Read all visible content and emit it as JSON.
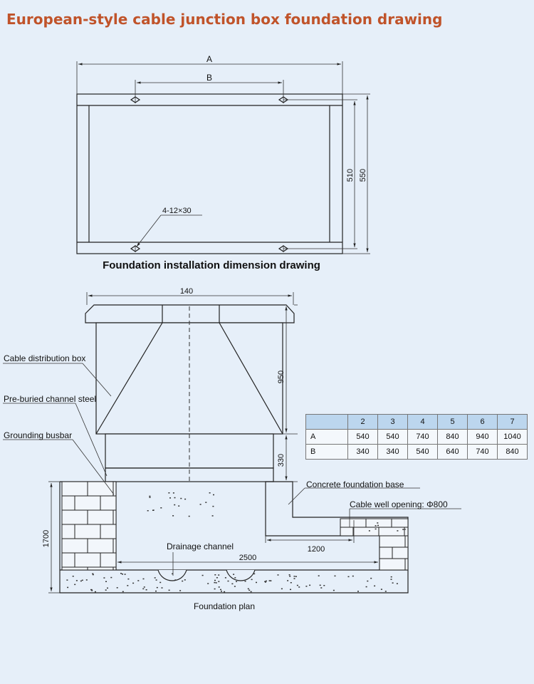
{
  "title": "European-style cable junction box foundation drawing",
  "top_drawing": {
    "dim_a": "A",
    "dim_b": "B",
    "dim_510": "510",
    "dim_550": "550",
    "hole_spec": "4-12×30",
    "caption": "Foundation installation dimension drawing"
  },
  "section_drawing": {
    "dim_140": "140",
    "dim_950": "950",
    "dim_330": "330",
    "dim_1700": "1700",
    "dim_1200": "1200",
    "dim_2500": "2500",
    "label_cable_box": "Cable distribution box",
    "label_channel_steel": "Pre-buried channel steel",
    "label_grounding": "Grounding busbar",
    "label_concrete": "Concrete foundation base",
    "label_cable_well": "Cable well opening: Φ800",
    "label_drainage": "Drainage channel",
    "caption": "Foundation plan"
  },
  "table": {
    "headers": [
      "",
      "2",
      "3",
      "4",
      "5",
      "6",
      "7"
    ],
    "rows": [
      [
        "A",
        "540",
        "540",
        "740",
        "840",
        "940",
        "1040"
      ],
      [
        "B",
        "340",
        "340",
        "540",
        "640",
        "740",
        "840"
      ]
    ]
  }
}
